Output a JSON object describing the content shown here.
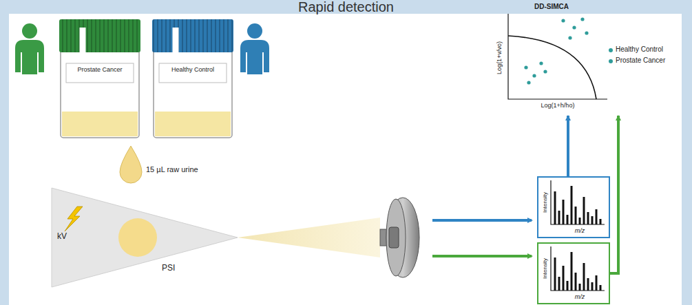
{
  "diagram": {
    "title": "Rapid detection",
    "nodes": [
      {
        "text": [
          "Prostate Cancer"
        ]
      },
      {
        "text": [
          "Healthy Control"
        ]
      },
      {
        "text": [
          "kV",
          "PSI"
        ]
      },
      {
        "text": [
          "Intensity",
          "m/z"
        ]
      },
      {
        "text": [
          "Intensity",
          "m/z"
        ]
      },
      {
        "text": [
          "DD-SIMCA",
          "Log(1+v/vo)",
          "Log(1+h/ho)"
        ]
      }
    ],
    "edges": [
      {
        "from": 3,
        "to": 5,
        "arrow": "to"
      },
      {
        "from": 4,
        "to": 5,
        "arrow": "to"
      }
    ],
    "labels": [
      "15 µL raw urine"
    ],
    "legend": [
      {
        "text": "Healthy Control",
        "color": "#2f9c9a"
      },
      {
        "text": "Prostate Cancer",
        "color": "#2f9c9a"
      }
    ]
  }
}
